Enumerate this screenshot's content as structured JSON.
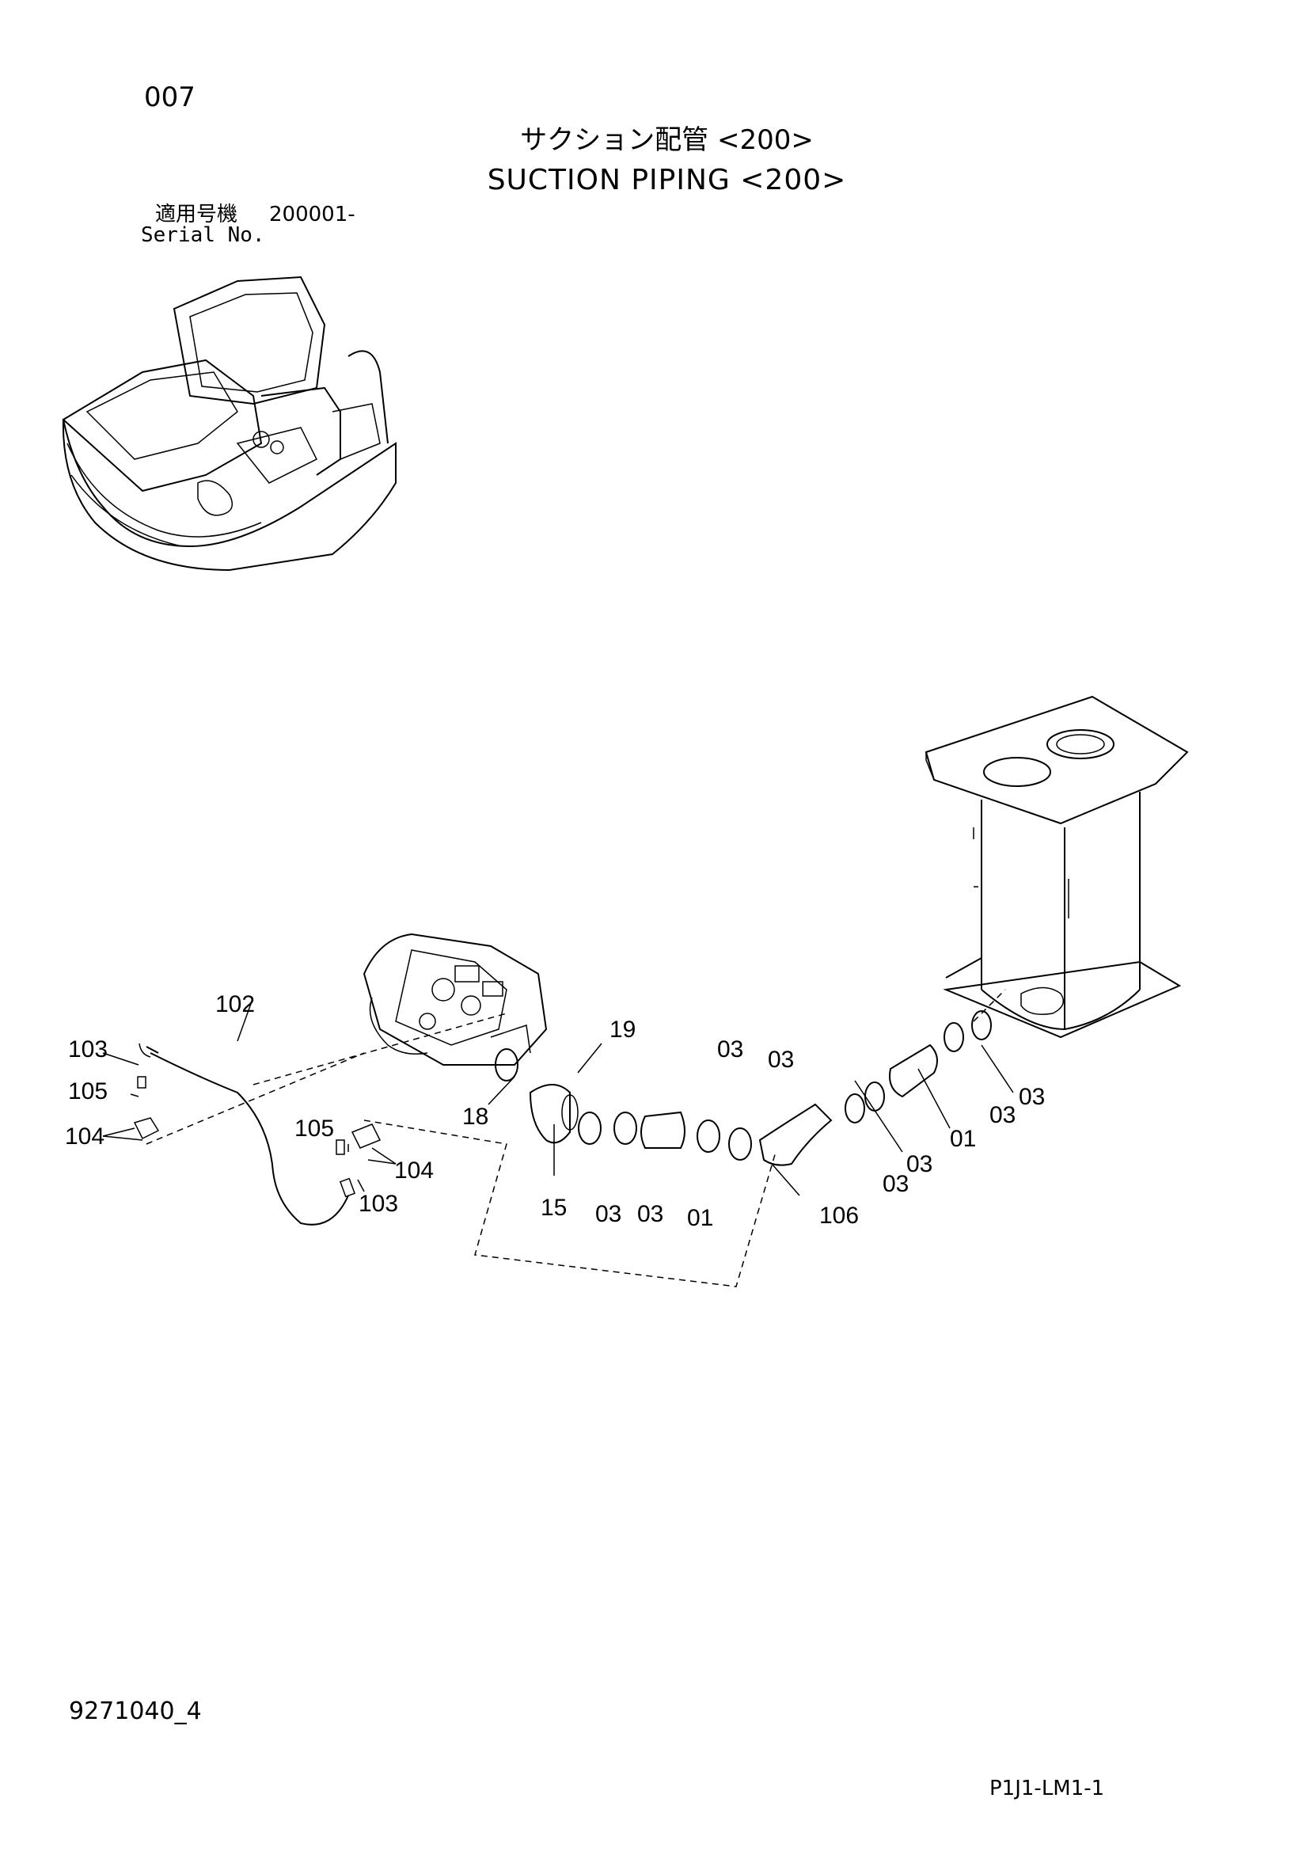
{
  "page_number": "007",
  "title_jp": "サクション配管 <200>",
  "title_en": "SUCTION PIPING <200>",
  "serial": {
    "label_jp": "適用号機",
    "label_en": "Serial No.",
    "value": "200001-"
  },
  "callouts": {
    "c102": "102",
    "c103a": "103",
    "c105a": "105",
    "c104a": "104",
    "c105b": "105",
    "c104b": "104",
    "c103b": "103",
    "c19": "19",
    "c18": "18",
    "c15": "15",
    "c03a": "03",
    "c03b": "03",
    "c01a": "01",
    "c03c": "03",
    "c03d": "03",
    "c106": "106",
    "c03e": "03",
    "c03f": "03",
    "c01b": "01",
    "c03g": "03",
    "c03h": "03"
  },
  "document_number": "9271040_4",
  "reference_code": "P1J1-LM1-1"
}
